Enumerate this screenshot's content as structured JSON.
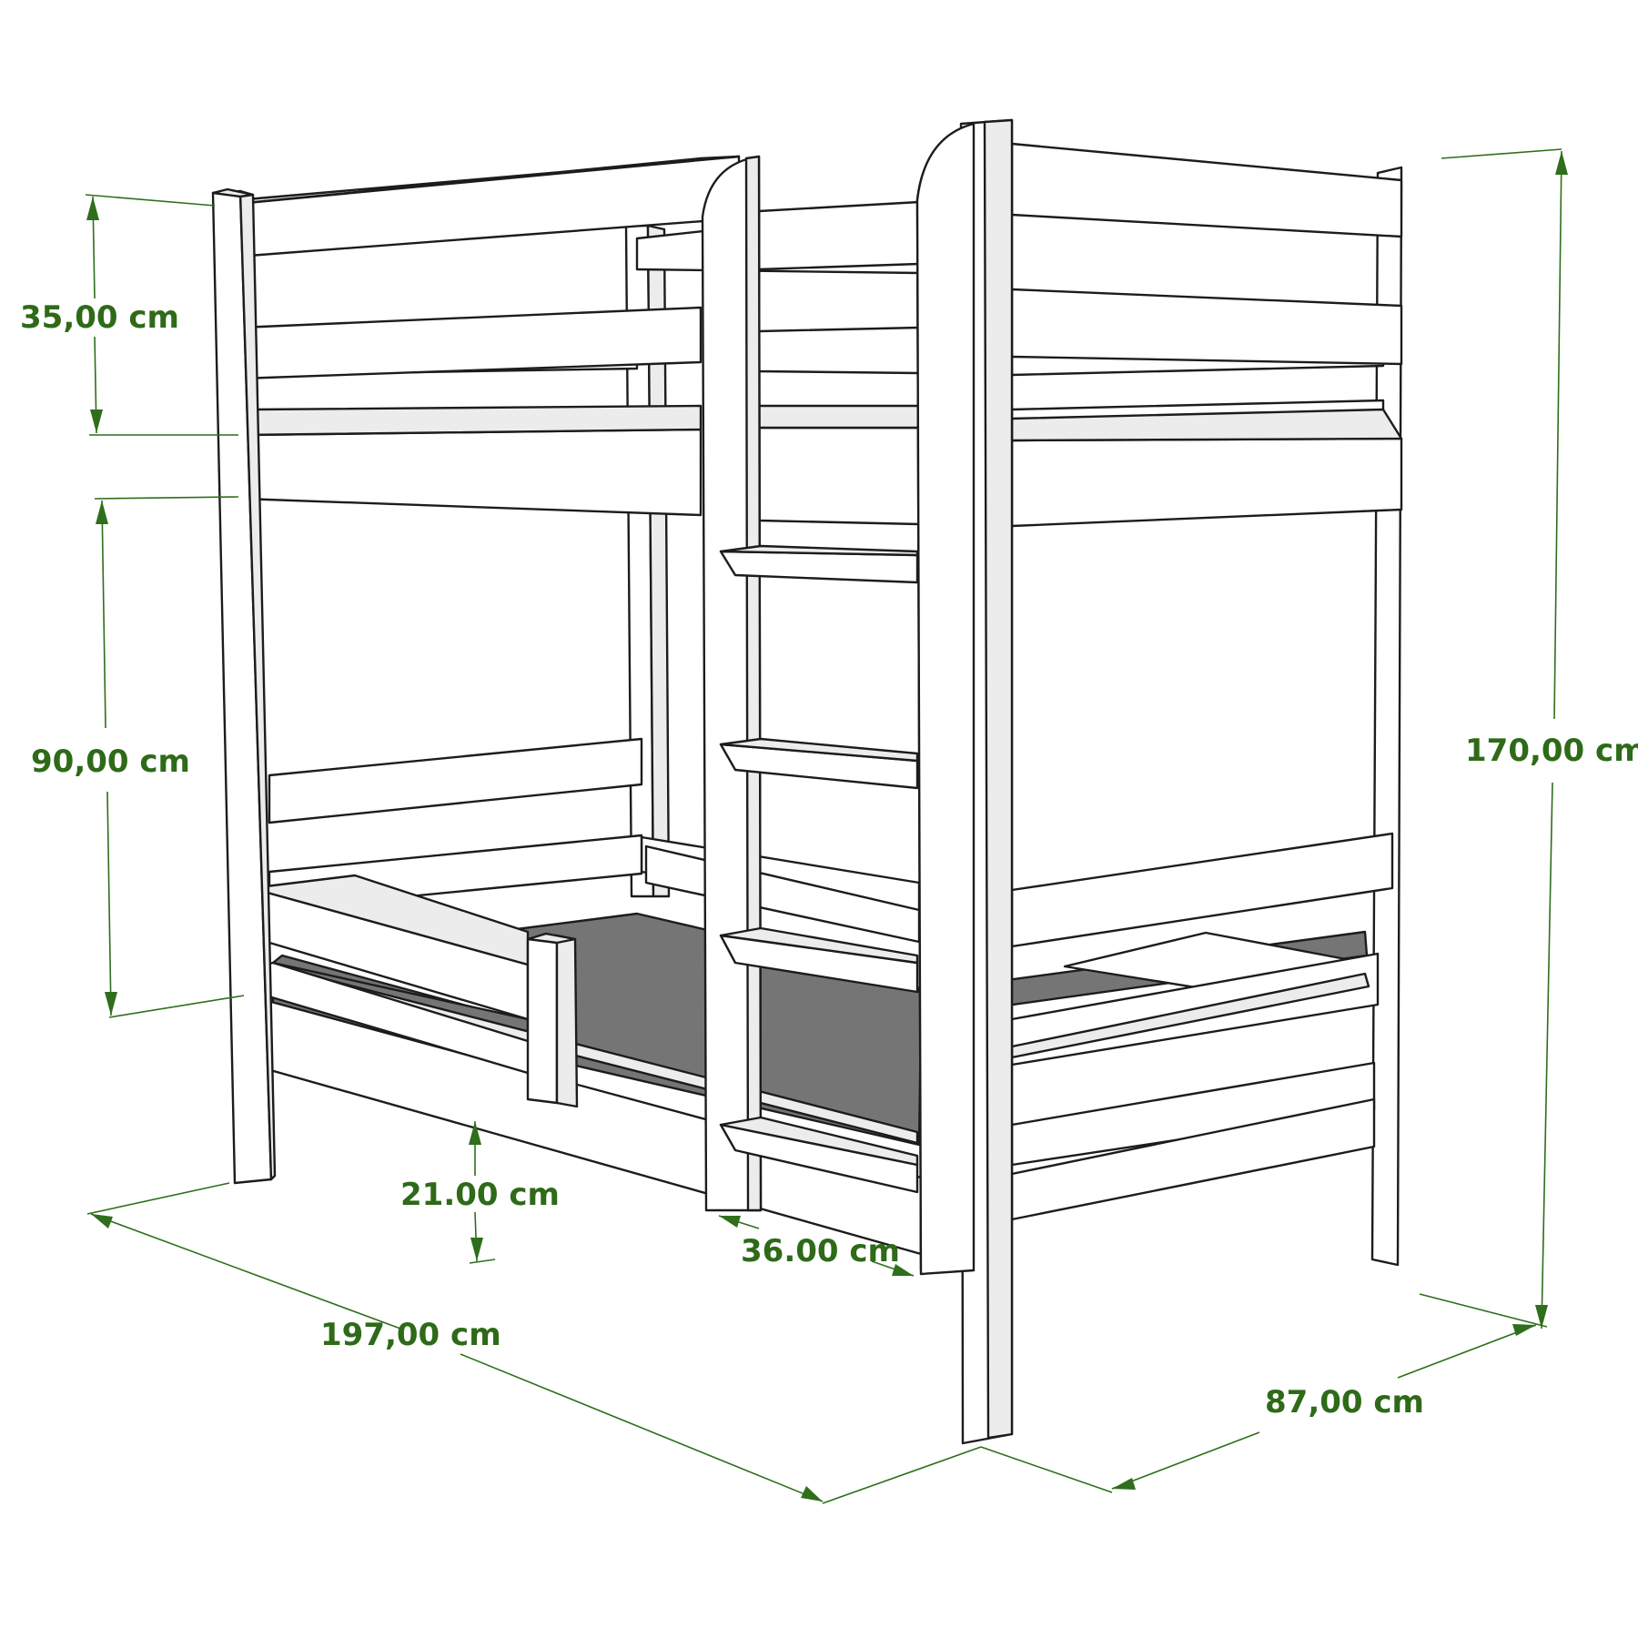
{
  "colors": {
    "dimension": "#2f6e1c",
    "dimension_text": "#2e6a18",
    "outline": "#1c1c1c",
    "wood_face": "#ffffff",
    "wood_side": "#ececec",
    "mattress": "#757575"
  },
  "dimensions": {
    "top_guard": "35,00 cm",
    "lower_clearance": "90,00 cm",
    "total_height": "170,00 cm",
    "bed_length": "197,00 cm",
    "bed_width": "87,00 cm",
    "lower_guard": "21.00 cm",
    "ladder_opening": "36.00 cm"
  }
}
